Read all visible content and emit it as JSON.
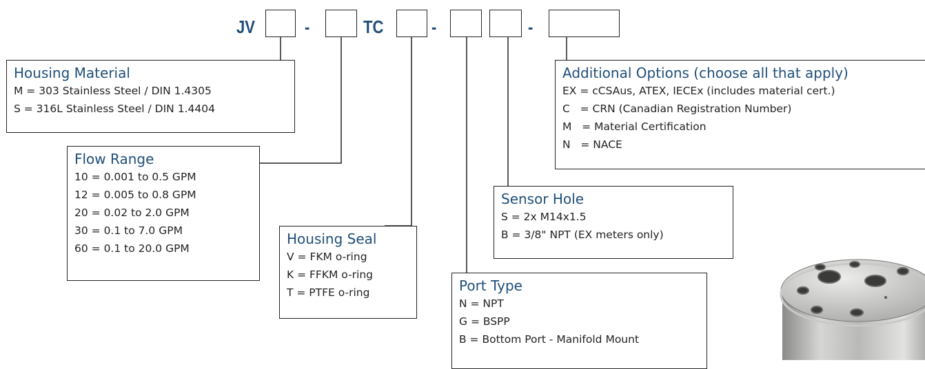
{
  "model_code": {
    "prefix": "JV",
    "separator_1": "-",
    "middle": "TC",
    "separator_2": "-",
    "separator_3": "-"
  },
  "housing_material": {
    "title": "Housing Material",
    "lines": [
      "M = 303 Stainless Steel / DIN 1.4305",
      "S = 316L Stainless Steel / DIN 1.4404"
    ]
  },
  "flow_range": {
    "title": "Flow Range",
    "lines": [
      "10 = 0.001 to 0.5 GPM",
      "12 = 0.005 to 0.8 GPM",
      "20 = 0.02 to 2.0 GPM",
      "30 = 0.1 to 7.0 GPM",
      "60 = 0.1 to 20.0 GPM"
    ]
  },
  "housing_seal": {
    "title": "Housing Seal",
    "lines": [
      "V = FKM o-ring",
      "K = FFKM o-ring",
      "T = PTFE o-ring"
    ]
  },
  "port_type": {
    "title": "Port Type",
    "lines": [
      "N = NPT",
      "G = BSPP",
      "B = Bottom Port - Manifold Mount"
    ]
  },
  "sensor_hole": {
    "title": "Sensor Hole",
    "lines": [
      "S = 2x M14x1.5",
      "B = 3/8\" NPT (EX meters only)"
    ]
  },
  "additional_options": {
    "title": "Additional Options (choose all that apply)",
    "lines": [
      "EX = cCSAus, ATEX, IECEx (includes material cert.)",
      "C   = CRN (Canadian Registration Number)",
      "M   = Material Certification",
      "N   = NACE"
    ]
  },
  "colors": {
    "title": "#1f4e79",
    "border": "#222222",
    "text": "#222222"
  }
}
